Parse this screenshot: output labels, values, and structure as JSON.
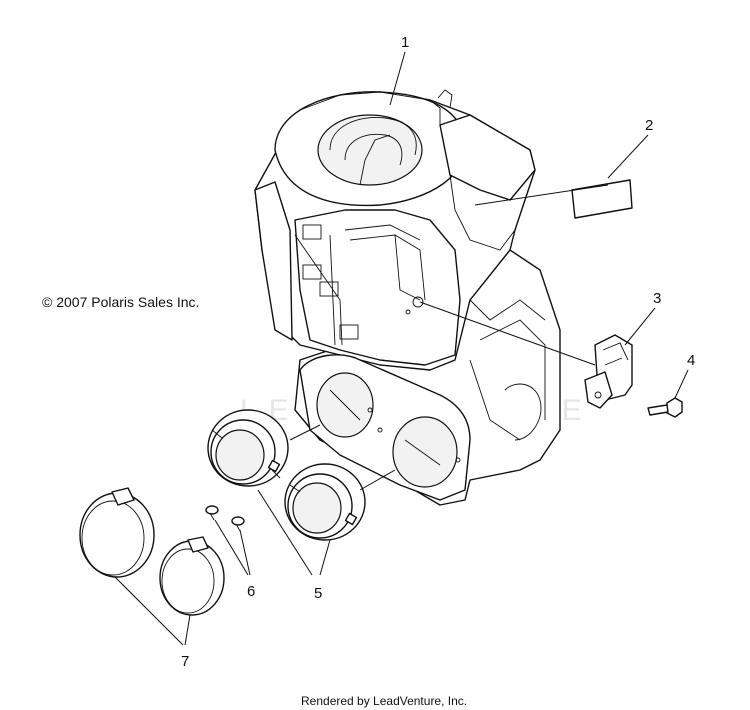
{
  "copyright": "© 2007 Polaris Sales Inc.",
  "footer": "Rendered by LeadVenture, Inc.",
  "watermark": "LEADVENTURE",
  "callouts": [
    "1",
    "2",
    "3",
    "4",
    "5",
    "6",
    "7"
  ]
}
